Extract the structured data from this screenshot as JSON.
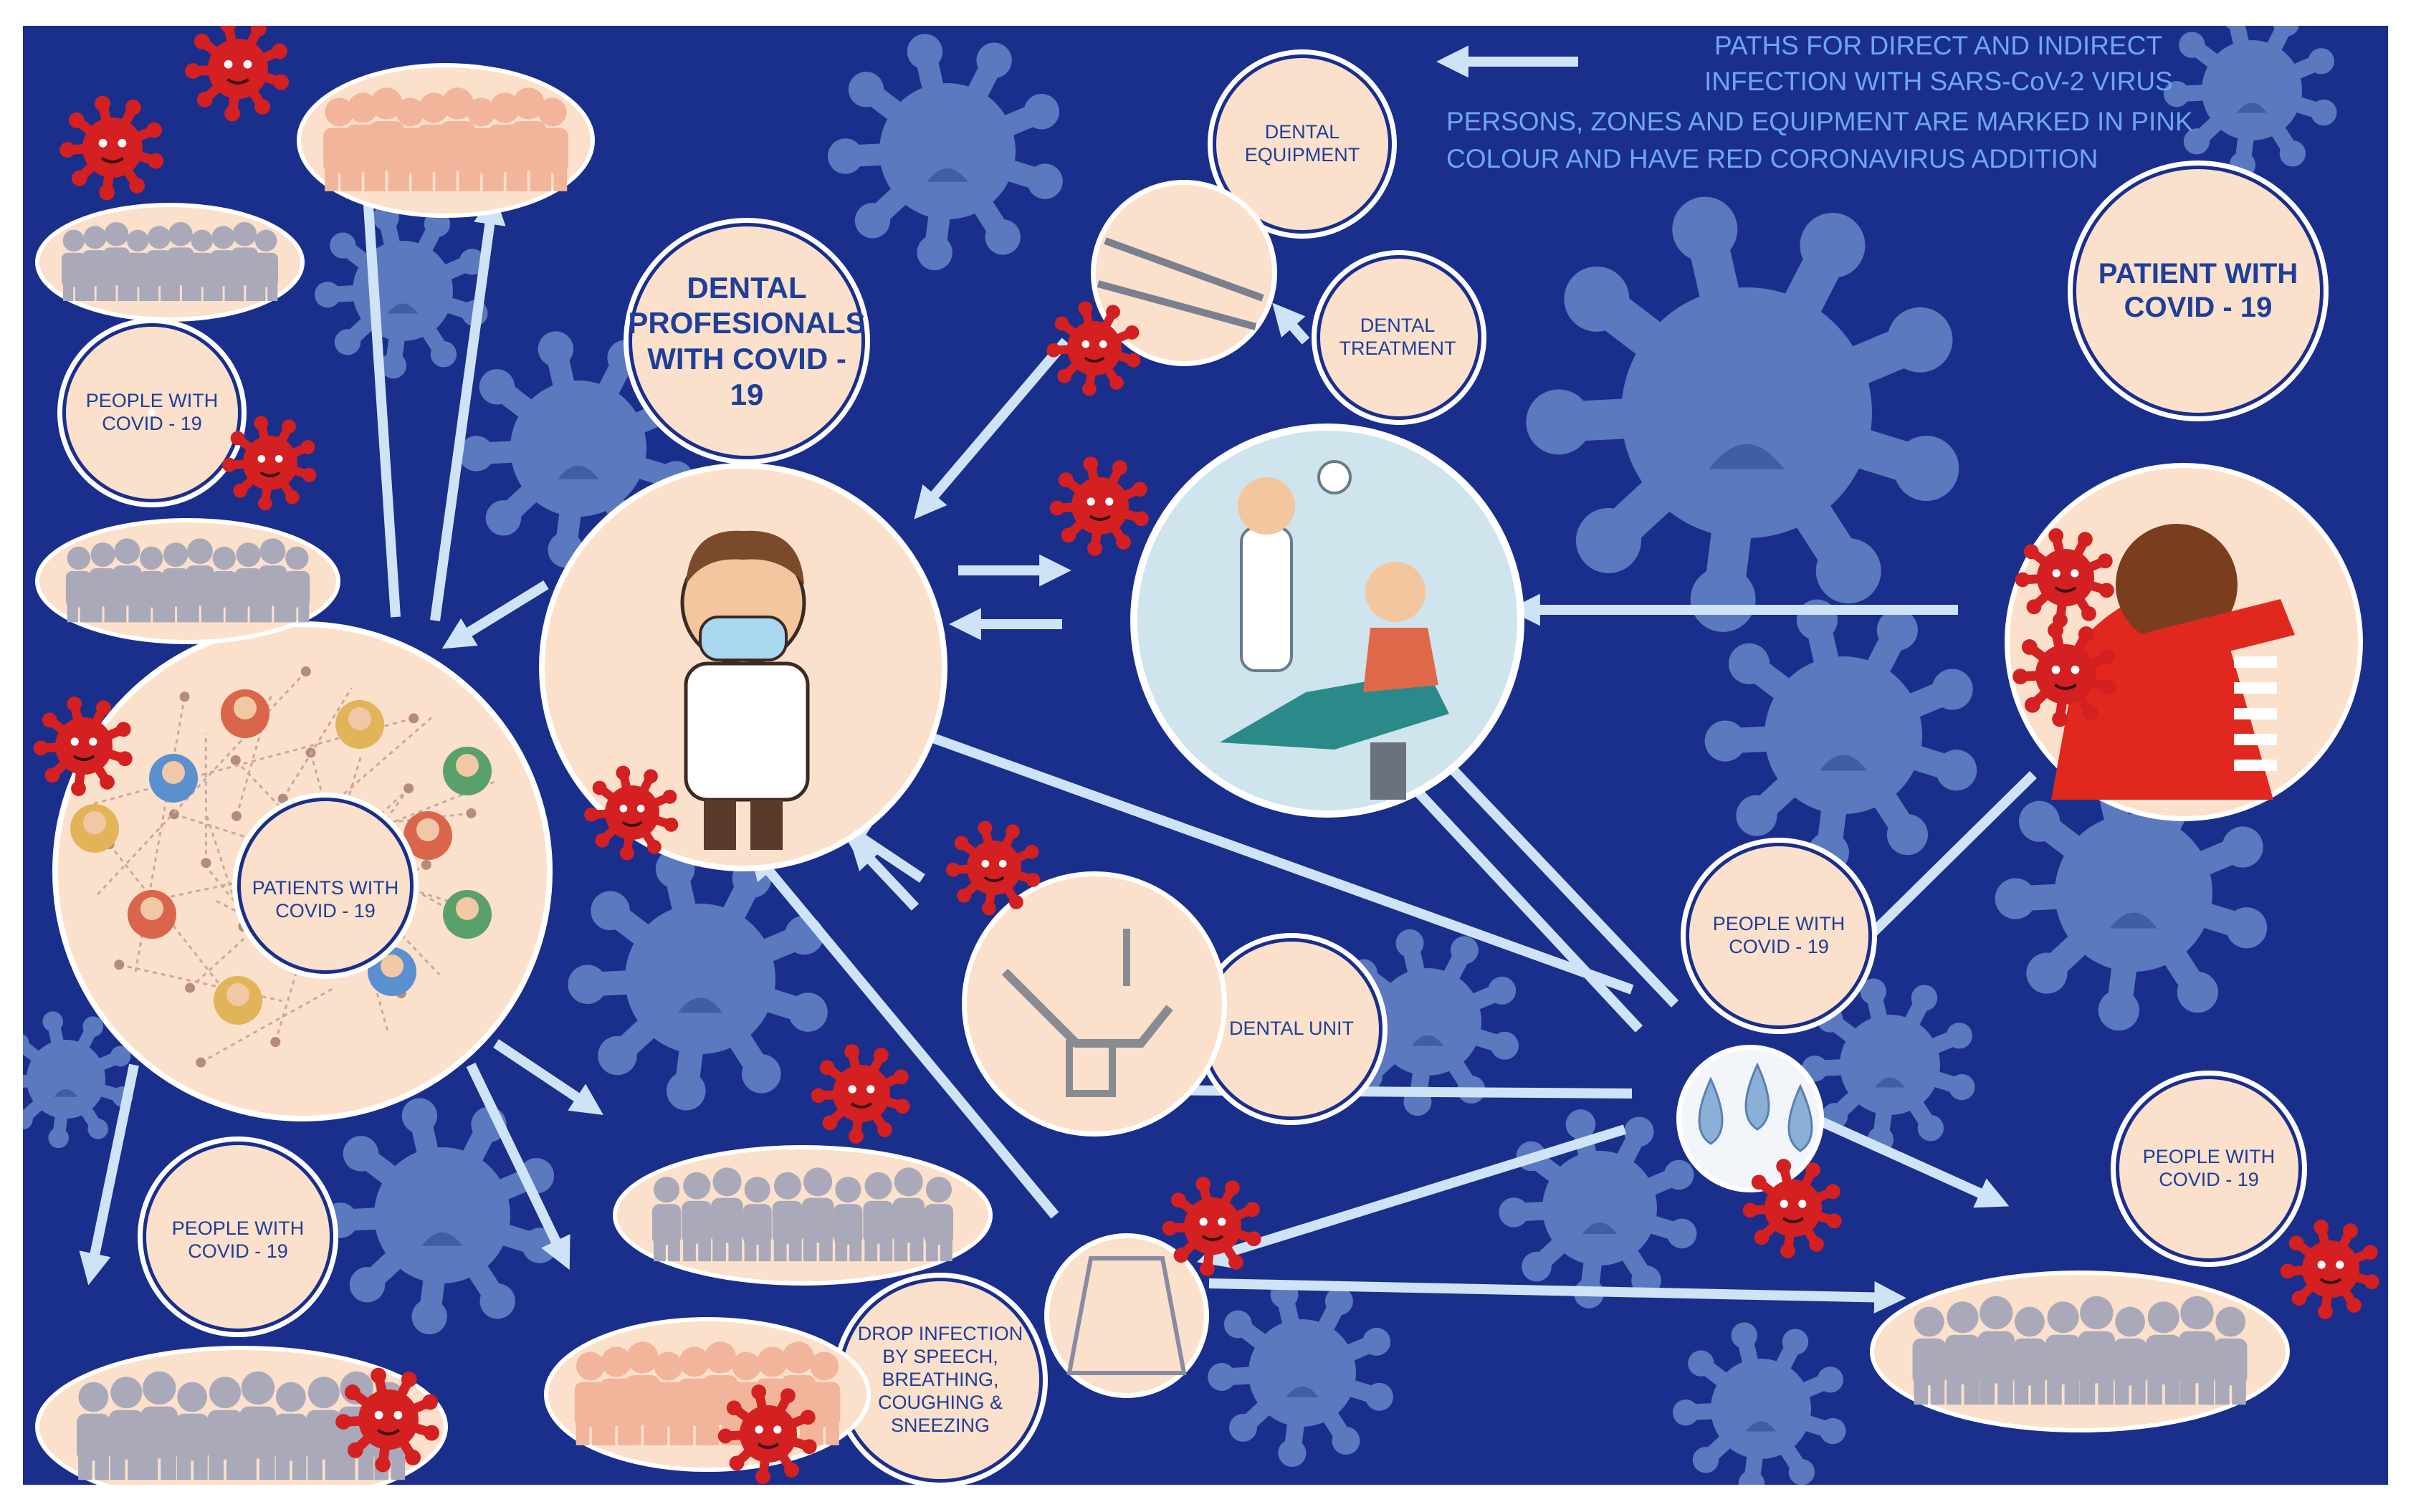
{
  "legend": {
    "line1": "PATHS FOR DIRECT AND INDIRECT",
    "line2": "INFECTION WITH SARS-CoV-2 VIRUS",
    "line3": "PERSONS, ZONES AND EQUIPMENT ARE MARKED IN PINK",
    "line4": "COLOUR AND HAVE RED CORONAVIRUS ADDITION"
  },
  "nodes": {
    "dental_professionals": "DENTAL PROFESIONALS WITH COVID - 19",
    "dental_equipment": "DENTAL EQUIPMENT",
    "dental_treatment": "DENTAL TREATMENT",
    "patient_with_covid": "PATIENT WITH COVID - 19",
    "people_with_covid_left": "PEOPLE WITH COVID - 19",
    "patients_with_covid": "PATIENTS WITH COVID - 19",
    "people_with_covid_bottom_left": "PEOPLE WITH COVID - 19",
    "dental_unit": "DENTAL UNIT",
    "people_with_covid_center_right": "PEOPLE WITH COVID - 19",
    "people_with_covid_right": "PEOPLE WITH COVID - 19",
    "drop_infection": "DROP INFECTION BY SPEECH, BREATHING, COUGHING & SNEEZING"
  },
  "colors": {
    "background": "#1a2e8c",
    "circle_fill": "#fbe0cc",
    "label_text": "#1d3f9a",
    "arrow": "#cfe3f7",
    "virus_red": "#d42020",
    "virus_faded": "#5a79bf",
    "legend_text": "#6fa6ee"
  }
}
